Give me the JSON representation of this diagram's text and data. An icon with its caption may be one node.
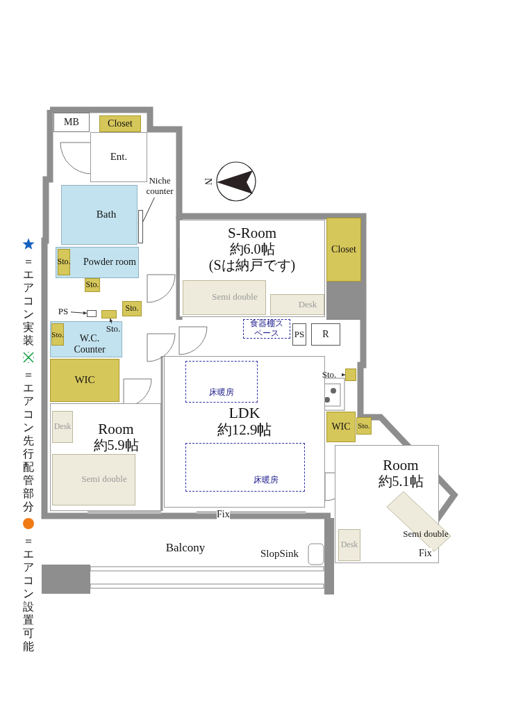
{
  "diagram": {
    "nodes": [
      {
        "text": [
          "MB"
        ]
      },
      {
        "text": [
          "Closet"
        ]
      },
      {
        "text": [
          "Ent."
        ]
      },
      {
        "text": [
          "Bath"
        ]
      },
      {
        "text": [
          "Niche counter"
        ]
      },
      {
        "text": [],
        "shape": "box"
      },
      {
        "text": [
          "Powder room"
        ]
      },
      {
        "text": [
          "Sto."
        ],
        "in": 6
      },
      {
        "text": [
          "Sto."
        ]
      },
      {
        "text": [
          "Sto."
        ]
      },
      {
        "text": [
          "PS"
        ]
      },
      {
        "text": [],
        "shape": "box"
      },
      {
        "text": [
          "W.C.",
          "Counter"
        ]
      },
      {
        "text": [
          "Sto."
        ],
        "in": 12
      },
      {
        "text": [
          "Sto."
        ],
        "in": 12
      },
      {
        "text": [],
        "shape": "box"
      },
      {
        "text": [
          "WIC"
        ]
      },
      {
        "text": [
          "Room",
          "約5.9帖"
        ]
      },
      {
        "text": [
          "Desk"
        ],
        "in": 17
      },
      {
        "text": [
          "Semi double"
        ],
        "in": 17
      },
      {
        "text": [
          "S-Room",
          "約6.0帖",
          "(Sは納戸です)"
        ]
      },
      {
        "text": [
          "Semi double"
        ],
        "in": 20
      },
      {
        "text": [
          "Desk"
        ],
        "in": 20
      },
      {
        "text": [
          "Closet"
        ]
      },
      {
        "text": [
          "食器棚スペース"
        ]
      },
      {
        "text": [
          "PS"
        ]
      },
      {
        "text": [
          "R"
        ]
      },
      {
        "text": [
          "LDK",
          "約12.9帖"
        ]
      },
      {
        "text": [
          "床暖房"
        ],
        "in": 27
      },
      {
        "text": [
          "床暖房"
        ],
        "in": 27
      },
      {
        "text": [
          "Sto."
        ]
      },
      {
        "text": [],
        "shape": "box"
      },
      {
        "text": [
          "WIC"
        ]
      },
      {
        "text": [
          "Sto."
        ]
      },
      {
        "text": [
          "Room",
          "約5.1帖"
        ]
      },
      {
        "text": [
          "Semi double"
        ],
        "in": 34
      },
      {
        "text": [
          "Desk"
        ],
        "in": 34
      },
      {
        "text": [
          "Balcony"
        ]
      }
    ],
    "edges": [
      {
        "from": 4,
        "to": 5,
        "arrow": "none"
      },
      {
        "from": 10,
        "to": 11,
        "arrow": "to"
      },
      {
        "from": 14,
        "to": 15,
        "arrow": "to"
      },
      {
        "from": 30,
        "to": 31,
        "arrow": "to"
      }
    ],
    "labels": [
      "N",
      "Fix",
      "SlopSink",
      "Fix"
    ],
    "legend": [
      {
        "text": "＝エアコン実装"
      },
      {
        "text": "＝エアコン先行配管部分"
      },
      {
        "text": "＝エアコン設置可能"
      }
    ]
  }
}
